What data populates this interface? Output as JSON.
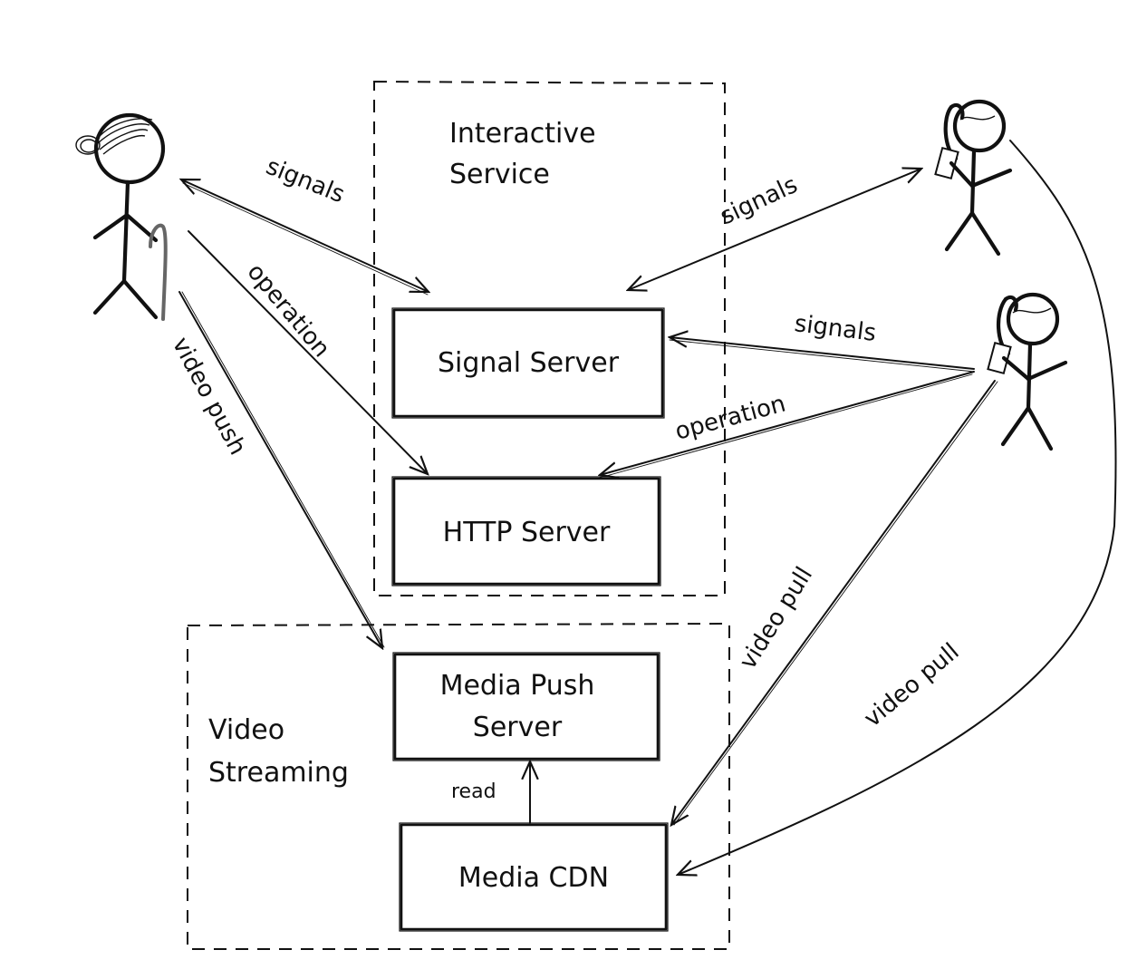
{
  "diagram": {
    "groups": {
      "interactive": {
        "title_line1": "Interactive",
        "title_line2": "Service"
      },
      "video": {
        "title_line1": "Video",
        "title_line2": "Streaming"
      }
    },
    "nodes": {
      "signal_server": "Signal Server",
      "http_server": "HTTP Server",
      "media_push_line1": "Media Push",
      "media_push_line2": "Server",
      "media_cdn": "Media CDN"
    },
    "actors": [
      {
        "id": "streamer",
        "description": "stick figure with hair bun and cane"
      },
      {
        "id": "viewer-1",
        "description": "stick figure with ponytail holding phone"
      },
      {
        "id": "viewer-2",
        "description": "stick figure with ponytail holding phone"
      }
    ],
    "edges": [
      {
        "from": "streamer",
        "to": "signal_server",
        "label": "signals",
        "bidirectional": true
      },
      {
        "from": "streamer",
        "to": "http_server",
        "label": "operation",
        "bidirectional": false
      },
      {
        "from": "streamer",
        "to": "media_push_server",
        "label": "video push",
        "bidirectional": false
      },
      {
        "from": "viewer-1",
        "to": "signal_server",
        "label": "signals",
        "bidirectional": true
      },
      {
        "from": "viewer-2",
        "to": "signal_server",
        "label": "signals",
        "bidirectional": false
      },
      {
        "from": "viewer-2",
        "to": "http_server",
        "label": "operation",
        "bidirectional": false
      },
      {
        "from": "viewer-2",
        "to": "media_cdn",
        "label": "video pull",
        "bidirectional": false
      },
      {
        "from": "viewer-1",
        "to": "media_cdn",
        "label": "video pull",
        "bidirectional": false
      },
      {
        "from": "media_cdn",
        "to": "media_push_server",
        "label": "read",
        "bidirectional": false
      }
    ],
    "labels": {
      "signals_streamer": "signals",
      "operation_streamer": "operation",
      "video_push": "video push",
      "signals_viewer1": "signals",
      "signals_viewer2": "signals",
      "operation_viewer2": "operation",
      "video_pull_viewer2": "video pull",
      "video_pull_viewer1": "video pull",
      "read": "read"
    }
  }
}
